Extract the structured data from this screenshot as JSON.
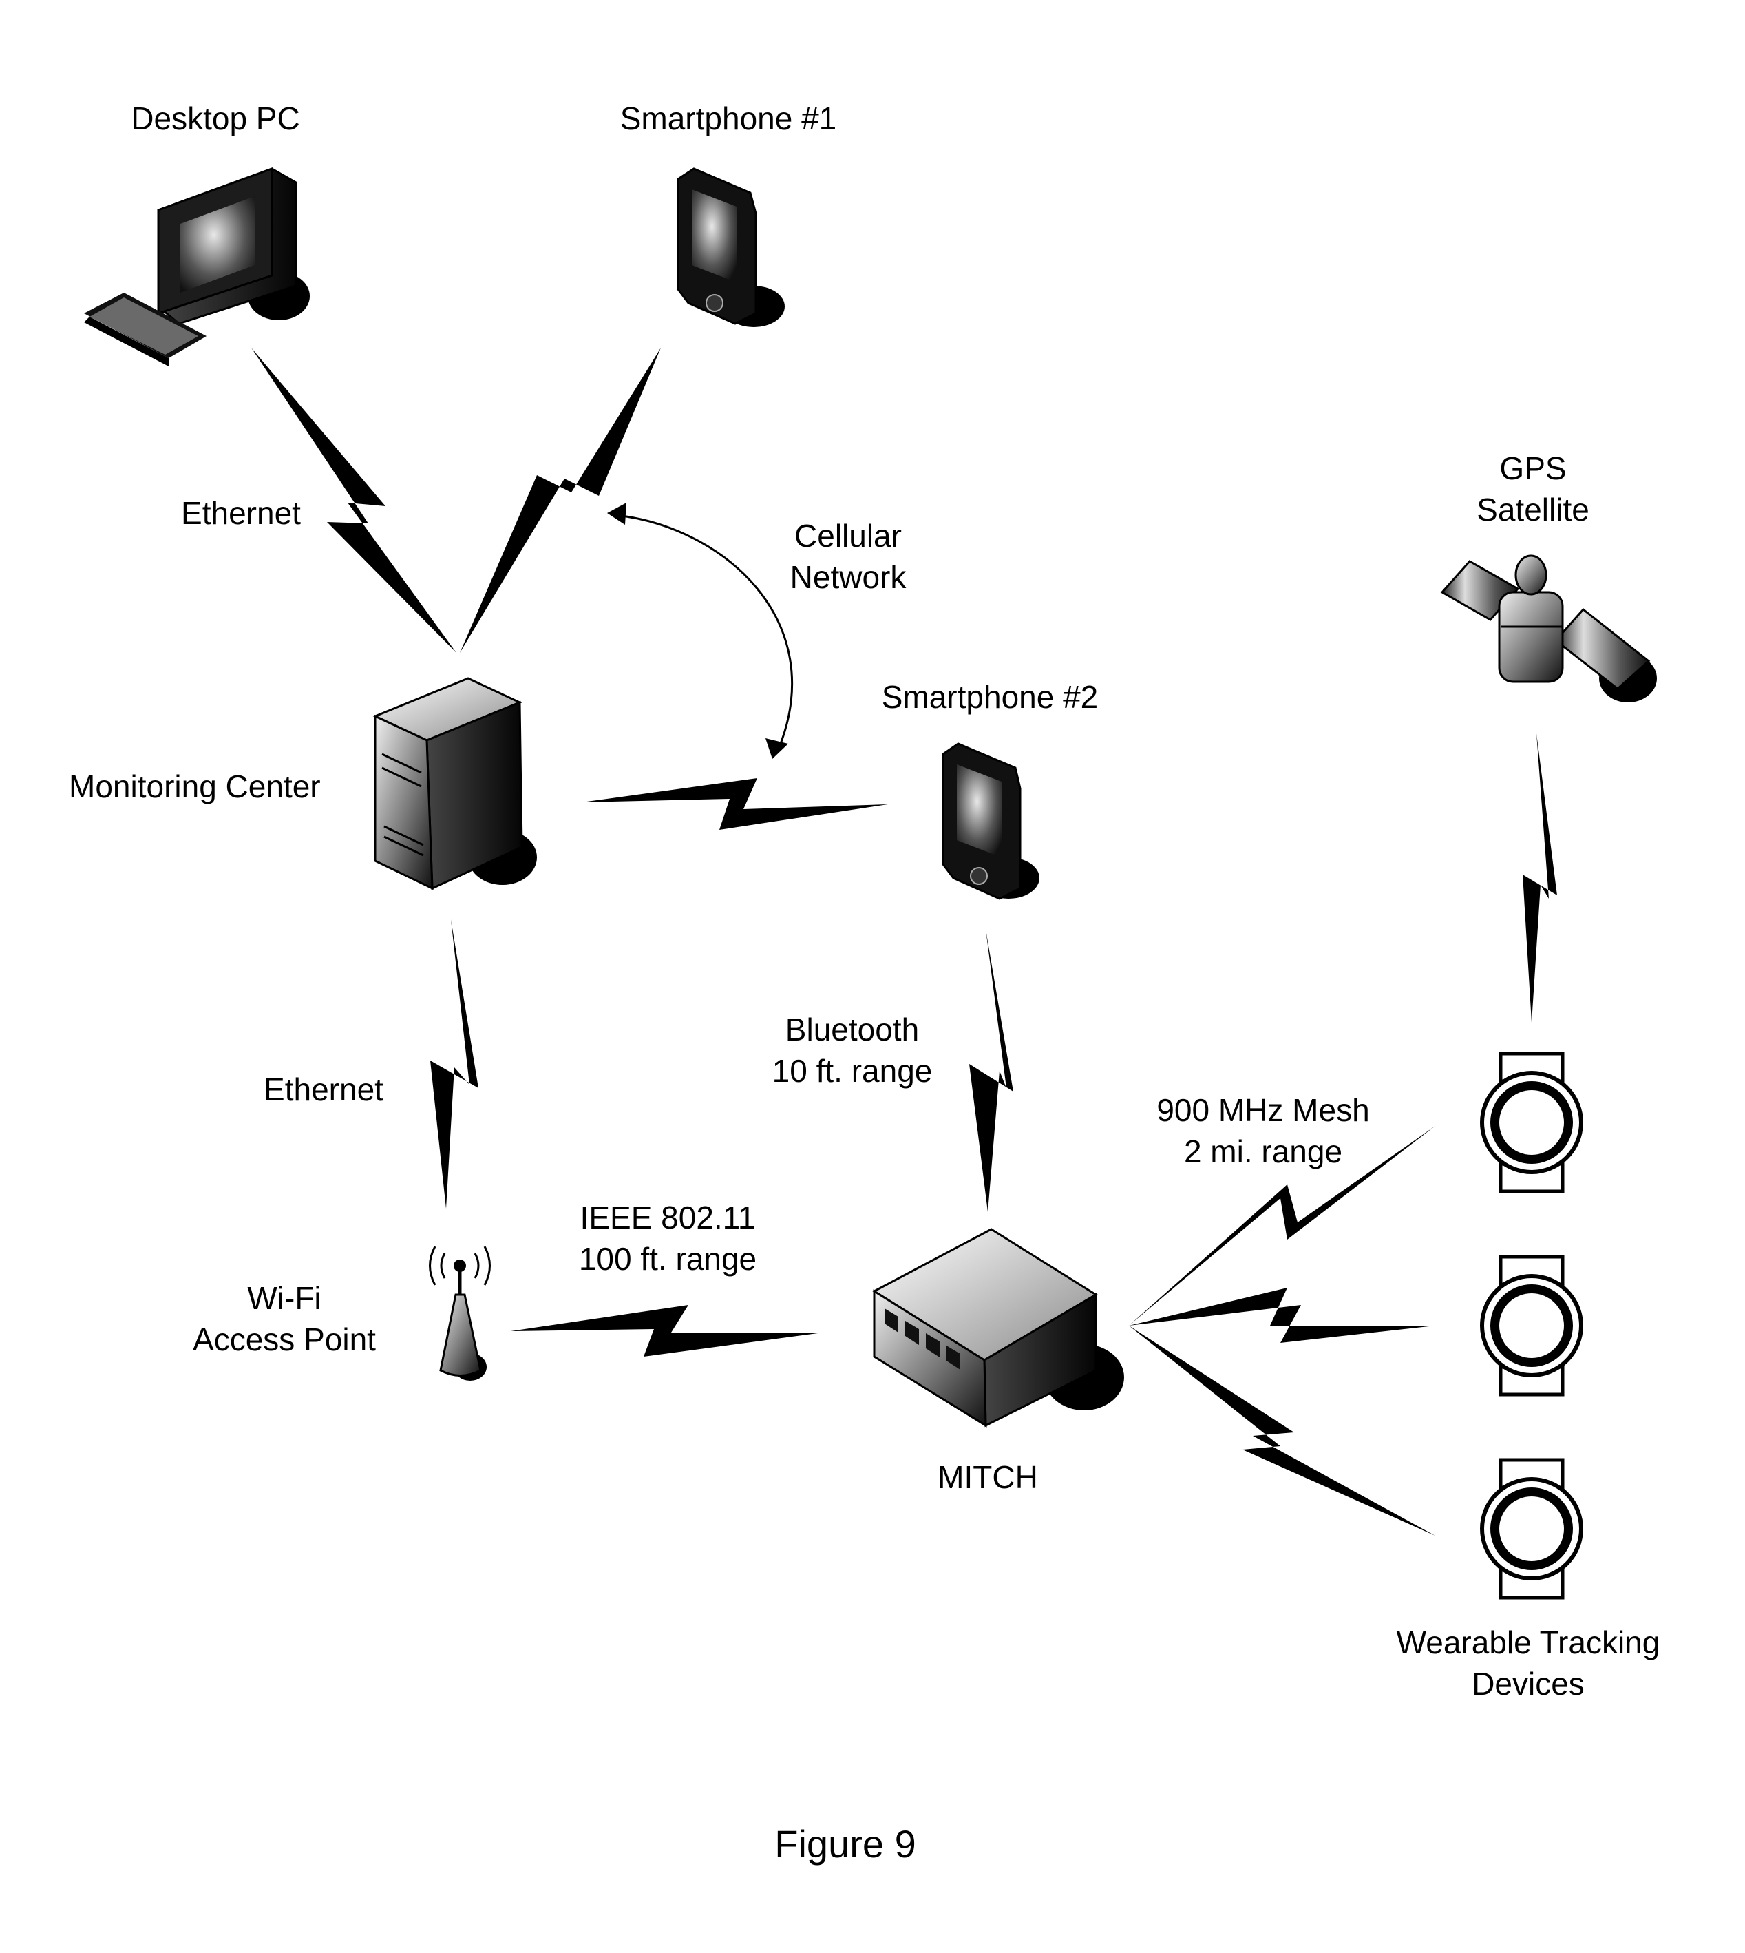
{
  "figure": {
    "caption": "Figure 9"
  },
  "nodes": {
    "desktop_pc": {
      "label": "Desktop PC"
    },
    "smartphone_1": {
      "label": "Smartphone #1"
    },
    "gps_satellite": {
      "label_line1": "GPS",
      "label_line2": "Satellite"
    },
    "monitoring_center": {
      "label": "Monitoring Center"
    },
    "smartphone_2": {
      "label": "Smartphone #2"
    },
    "wifi_access_point": {
      "label_line1": "Wi-Fi",
      "label_line2": "Access Point"
    },
    "mitch": {
      "label": "MITCH"
    },
    "wearable_tracking_devices": {
      "label_line1": "Wearable Tracking",
      "label_line2": "Devices"
    }
  },
  "links": {
    "desktop_ethernet": {
      "label": "Ethernet"
    },
    "cellular": {
      "label_line1": "Cellular",
      "label_line2": "Network"
    },
    "wifi_ethernet": {
      "label": "Ethernet"
    },
    "bluetooth": {
      "label_line1": "Bluetooth",
      "label_line2": "10 ft. range"
    },
    "ieee": {
      "label_line1": "IEEE 802.11",
      "label_line2": "100 ft. range"
    },
    "mesh": {
      "label_line1": "900 MHz Mesh",
      "label_line2": "2 mi. range"
    }
  }
}
